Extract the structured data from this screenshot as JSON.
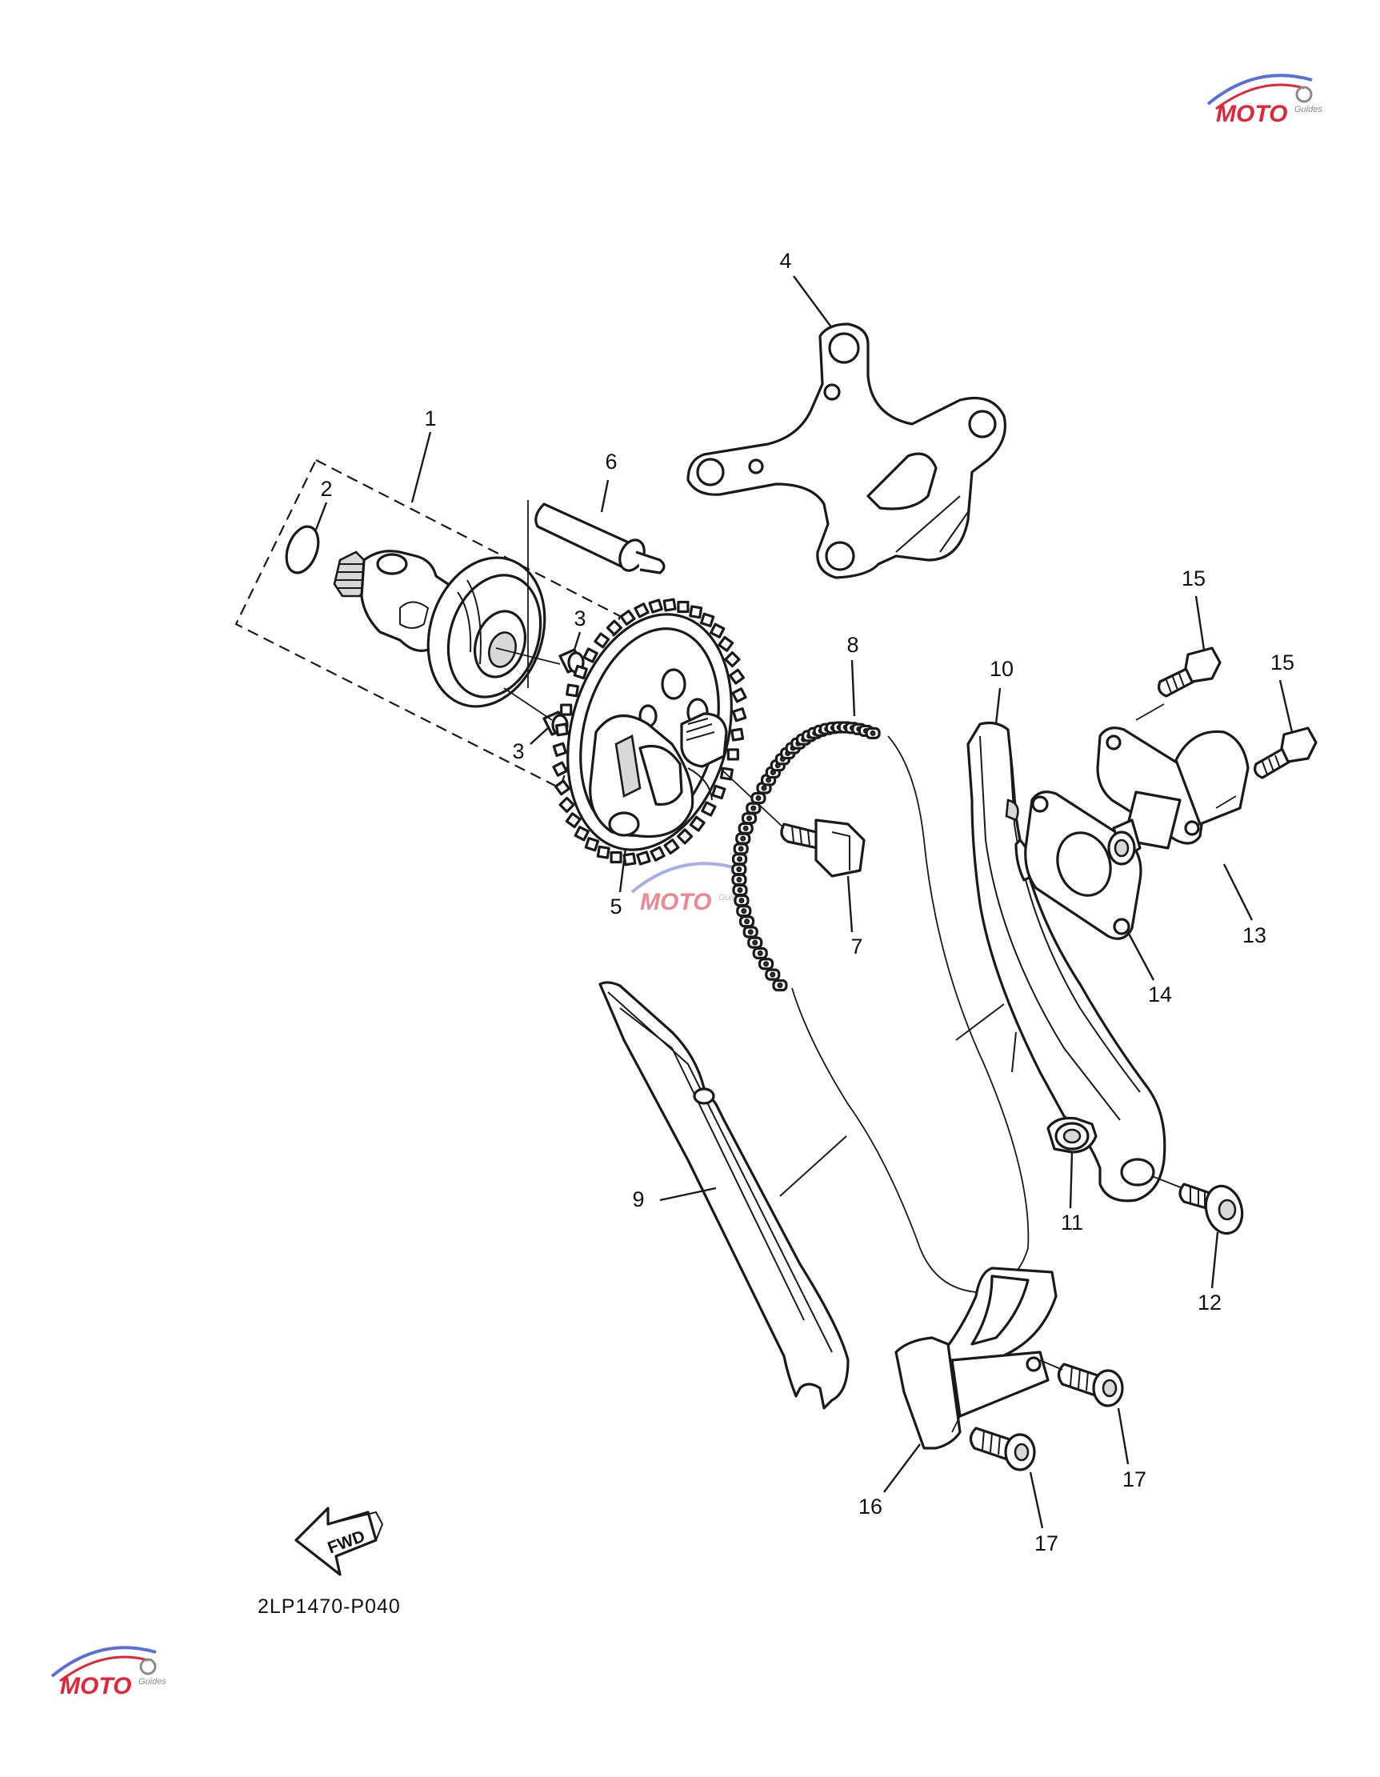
{
  "callouts": [
    {
      "id": "1",
      "text": "1"
    },
    {
      "id": "2",
      "text": "2"
    },
    {
      "id": "3a",
      "text": "3"
    },
    {
      "id": "3b",
      "text": "3"
    },
    {
      "id": "4",
      "text": "4"
    },
    {
      "id": "5",
      "text": "5"
    },
    {
      "id": "6",
      "text": "6"
    },
    {
      "id": "7",
      "text": "7"
    },
    {
      "id": "8",
      "text": "8"
    },
    {
      "id": "9",
      "text": "9"
    },
    {
      "id": "10",
      "text": "10"
    },
    {
      "id": "11",
      "text": "11"
    },
    {
      "id": "12",
      "text": "12"
    },
    {
      "id": "13",
      "text": "13"
    },
    {
      "id": "14",
      "text": "14"
    },
    {
      "id": "15a",
      "text": "15"
    },
    {
      "id": "15b",
      "text": "15"
    },
    {
      "id": "16",
      "text": "16"
    },
    {
      "id": "17a",
      "text": "17"
    },
    {
      "id": "17b",
      "text": "17"
    }
  ],
  "fwd_label": "FWD",
  "diagram_code": "2LP1470-P040",
  "watermark": {
    "brand": "MOTO",
    "sub": "Guides",
    "colors": {
      "red": "#e0263a",
      "blue": "#5a6fd8",
      "grey": "#8a8a8a"
    }
  },
  "icons": [
    "fwd-arrow-icon",
    "gear-icon"
  ]
}
